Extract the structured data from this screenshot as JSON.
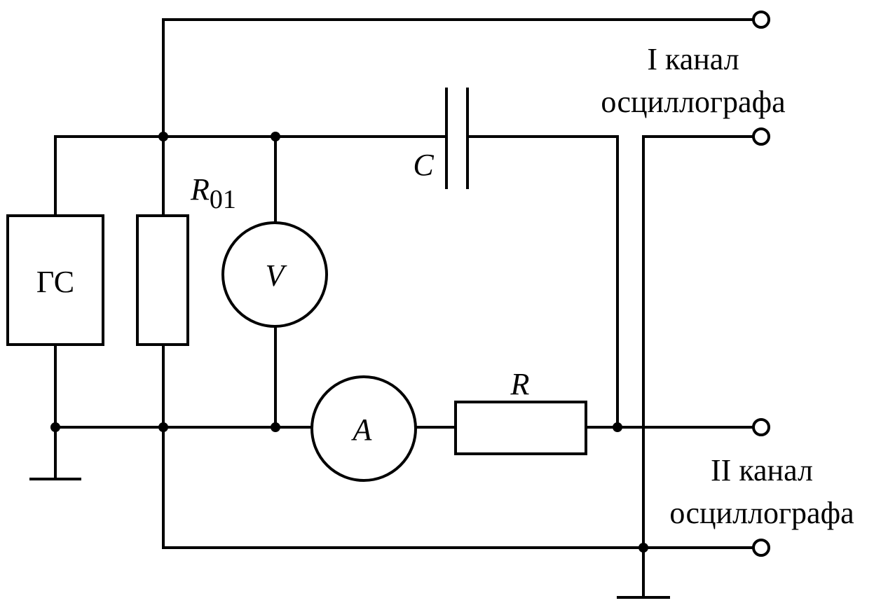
{
  "diagram": {
    "components": {
      "generator_label": "ГС",
      "resistor_r01_label": "R",
      "resistor_r01_subscript": "01",
      "voltmeter_label": "V",
      "ammeter_label": "A",
      "capacitor_label": "C",
      "resistor_r_label": "R"
    },
    "outputs": {
      "channel1_line1": "I канал",
      "channel1_line2": "осциллографа",
      "channel2_line1": "II канал",
      "channel2_line2": "осциллографа"
    },
    "colors": {
      "line": "#000000",
      "background": "#ffffff"
    }
  }
}
